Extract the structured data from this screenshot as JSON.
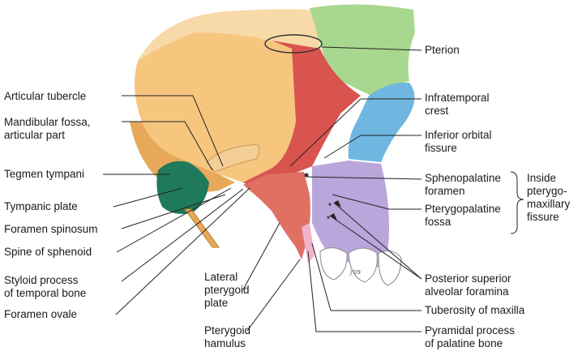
{
  "labels": {
    "pterion": "Pterion",
    "articular_tubercle": "Articular tubercle",
    "mandibular_fossa": [
      "Mandibular fossa,",
      "articular part"
    ],
    "tegmen_tympani": "Tegmen tympani",
    "tympanic_plate": "Tympanic plate",
    "foramen_spinosum": "Foramen spinosum",
    "spine_of_sphenoid": "Spine of sphenoid",
    "styloid_process": [
      "Styloid process",
      "of temporal bone"
    ],
    "foramen_ovale": "Foramen ovale",
    "lateral_pterygoid_plate": [
      "Lateral",
      "pterygoid",
      "plate"
    ],
    "pterygoid_hamulus": [
      "Pterygoid",
      "hamulus"
    ],
    "infratemporal_crest": [
      "Infratemporal",
      "crest"
    ],
    "inferior_orbital_fissure": [
      "Inferior orbital",
      "fissure"
    ],
    "sphenopalatine_foramen": [
      "Sphenopalatine",
      "foramen"
    ],
    "pterygopalatine_fossa": [
      "Pterygopalatine",
      "fossa"
    ],
    "inside_fissure": [
      "Inside",
      "pterygo-",
      "maxillary",
      "fissure"
    ],
    "posterior_superior_alveolar": [
      "Posterior superior",
      "alveolar foramina"
    ],
    "tuberosity_of_maxilla": "Tuberosity of maxilla",
    "pyramidal_process": [
      "Pyramidal process",
      "of palatine bone"
    ],
    "signature": "J'09"
  },
  "colors": {
    "temporal": "#f6c67f",
    "temporal_dark": "#e8a859",
    "sphenoid": "#d9534f",
    "sphenoid_light": "#e87c6a",
    "frontal": "#a8d88f",
    "zygomatic_blue": "#6fb6e0",
    "maxilla": "#b9a6db",
    "tympanic": "#1e7a5a",
    "palatine": "#f0b2c8",
    "line": "#222222"
  }
}
